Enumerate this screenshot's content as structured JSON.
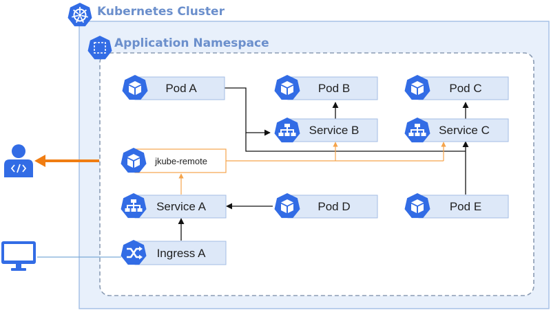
{
  "cluster": {
    "title": "Kubernetes Cluster",
    "icon": "kubernetes-helm-icon"
  },
  "namespace": {
    "title": "Application Namespace",
    "icon": "namespace-icon"
  },
  "nodes": {
    "pod_a": {
      "label": "Pod A",
      "icon": "pod-icon"
    },
    "pod_b": {
      "label": "Pod B",
      "icon": "pod-icon"
    },
    "pod_c": {
      "label": "Pod C",
      "icon": "pod-icon"
    },
    "service_b": {
      "label": "Service B",
      "icon": "service-icon"
    },
    "service_c": {
      "label": "Service C",
      "icon": "service-icon"
    },
    "jkube_remote": {
      "label": "jkube-remote",
      "icon": "pod-icon"
    },
    "service_a": {
      "label": "Service A",
      "icon": "service-icon"
    },
    "pod_d": {
      "label": "Pod D",
      "icon": "pod-icon"
    },
    "pod_e": {
      "label": "Pod E",
      "icon": "pod-icon"
    },
    "ingress_a": {
      "label": "Ingress A",
      "icon": "ingress-icon"
    }
  },
  "external": {
    "developer": {
      "icon": "developer-icon"
    },
    "monitor": {
      "icon": "monitor-icon"
    }
  },
  "colors": {
    "cluster_fill": "#e8f0fb",
    "cluster_stroke": "#a6c1e6",
    "title_text": "#6b8fcc",
    "node_fill": "#dde8f8",
    "node_stroke": "#a3bde3",
    "k8s_blue": "#326ce5",
    "black_edge": "#111111",
    "orange_edge": "#f5a44b",
    "orange_arrow": "#f07d12",
    "monitor_line": "#7aaad6"
  }
}
